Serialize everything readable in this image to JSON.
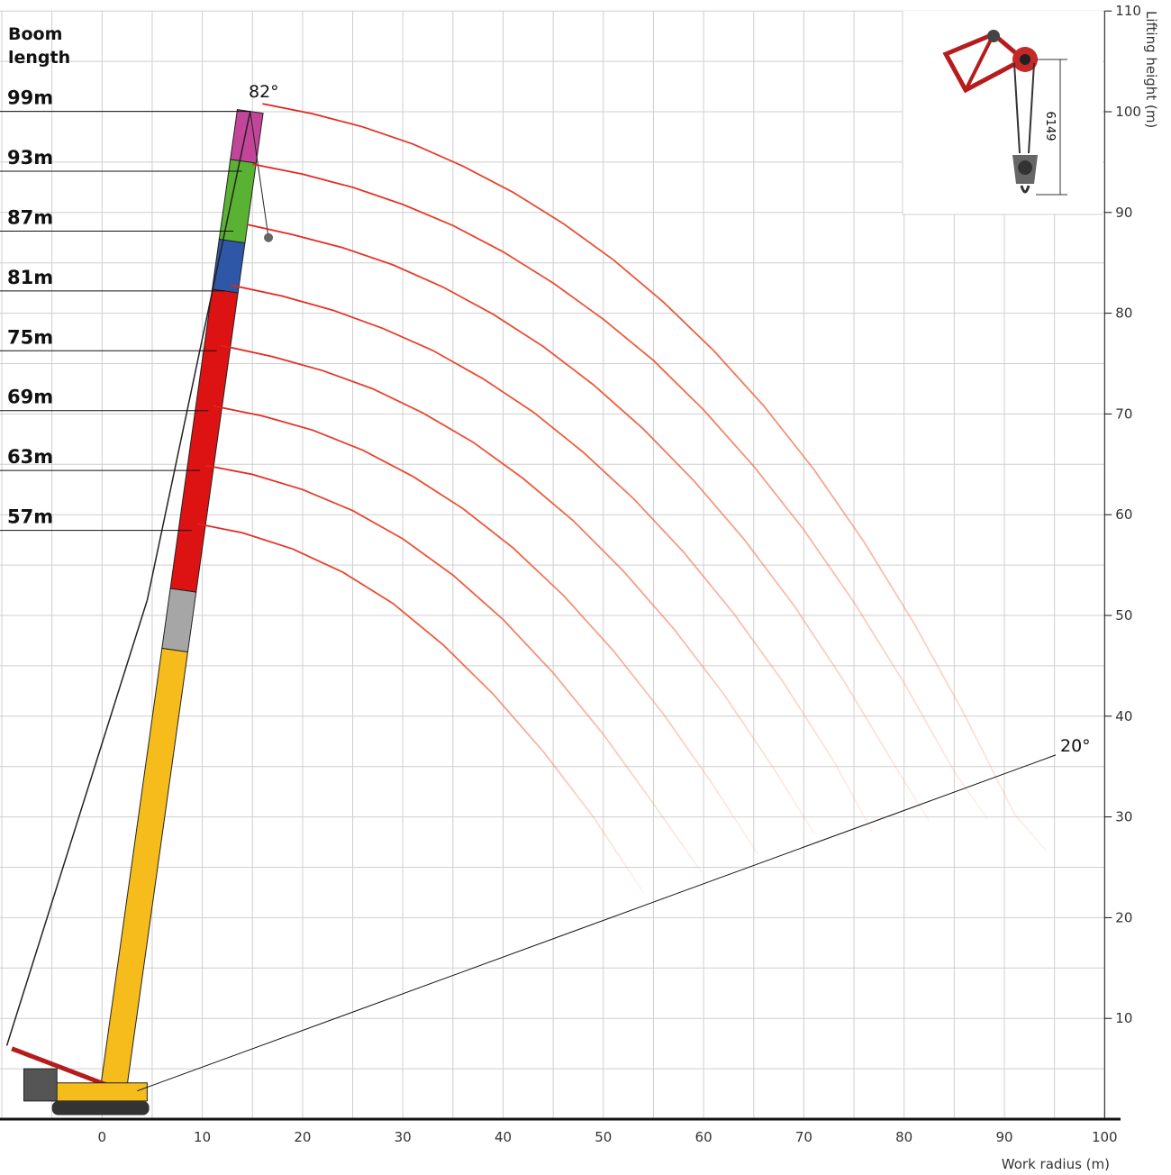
{
  "chart_data": {
    "type": "line",
    "title": "",
    "legend_title_line1": "Boom",
    "legend_title_line2": "length",
    "xlabel": "Work radius  (m)",
    "ylabel": "Lifting height  (m)",
    "xlim": [
      -10,
      100
    ],
    "ylim": [
      0,
      110
    ],
    "x_ticks": [
      0,
      10,
      20,
      30,
      40,
      50,
      60,
      70,
      80,
      90,
      100
    ],
    "y_ticks": [
      10,
      20,
      30,
      40,
      50,
      60,
      70,
      80,
      90,
      100,
      110
    ],
    "grid": true,
    "max_angle_label": "82°",
    "min_angle_label": "20°",
    "hook_dimension_label": "6149",
    "series": [
      {
        "name": "57m",
        "x": [
          9.5,
          14,
          19,
          24,
          29,
          34,
          39,
          44,
          49,
          54
        ],
        "y": [
          59.1,
          58.2,
          56.6,
          54.3,
          51.2,
          47.1,
          42.2,
          36.5,
          30.0,
          22.5
        ]
      },
      {
        "name": "63m",
        "x": [
          10.3,
          15,
          20,
          25,
          30,
          35,
          40,
          45,
          50,
          55,
          59.8
        ],
        "y": [
          64.9,
          64.0,
          62.5,
          60.4,
          57.6,
          54.0,
          49.6,
          44.3,
          38.2,
          31.3,
          24.5
        ]
      },
      {
        "name": "69m",
        "x": [
          11.1,
          16,
          21,
          26,
          31,
          36,
          41,
          46,
          51,
          56,
          61,
          65.4
        ],
        "y": [
          70.8,
          69.8,
          68.4,
          66.4,
          63.8,
          60.6,
          56.7,
          52.0,
          46.5,
          40.2,
          33.1,
          26.3
        ]
      },
      {
        "name": "75m",
        "x": [
          11.9,
          17,
          22,
          27,
          32,
          37,
          42,
          47,
          52,
          57,
          62,
          67,
          71
        ],
        "y": [
          76.8,
          75.7,
          74.3,
          72.5,
          70.1,
          67.2,
          63.6,
          59.4,
          54.4,
          48.7,
          42.2,
          34.8,
          28.4
        ]
      },
      {
        "name": "81m",
        "x": [
          12.8,
          18,
          23,
          28,
          33,
          38,
          43,
          48,
          53,
          58,
          63,
          68,
          73,
          76.8
        ],
        "y": [
          82.8,
          81.7,
          80.3,
          78.5,
          76.3,
          73.5,
          70.2,
          66.2,
          61.6,
          56.3,
          50.2,
          43.3,
          35.5,
          28.6
        ]
      },
      {
        "name": "87m",
        "x": [
          14.5,
          19,
          24,
          29,
          34,
          39,
          44,
          49,
          54,
          59,
          64,
          69,
          74,
          79,
          82.5
        ],
        "y": [
          88.8,
          87.8,
          86.5,
          84.8,
          82.6,
          79.9,
          76.7,
          72.9,
          68.5,
          63.4,
          57.6,
          51.0,
          43.5,
          35.2,
          29.6
        ]
      },
      {
        "name": "93m",
        "x": [
          15.0,
          20,
          25,
          30,
          35,
          40,
          45,
          50,
          55,
          60,
          65,
          70,
          75,
          80,
          85,
          88.3
        ],
        "y": [
          94.8,
          93.8,
          92.5,
          90.8,
          88.7,
          86.1,
          83.0,
          79.4,
          75.3,
          70.4,
          64.8,
          58.5,
          51.3,
          43.3,
          34.5,
          29.8
        ]
      },
      {
        "name": "99m",
        "x": [
          16.0,
          21,
          26,
          31,
          36,
          41,
          46,
          51,
          56,
          61,
          66,
          71,
          76,
          81,
          86,
          91,
          94.2
        ],
        "y": [
          100.8,
          99.8,
          98.5,
          96.8,
          94.6,
          92.0,
          88.9,
          85.3,
          81.1,
          76.3,
          70.8,
          64.5,
          57.3,
          49.2,
          40.2,
          30.3,
          26.6
        ]
      }
    ]
  }
}
